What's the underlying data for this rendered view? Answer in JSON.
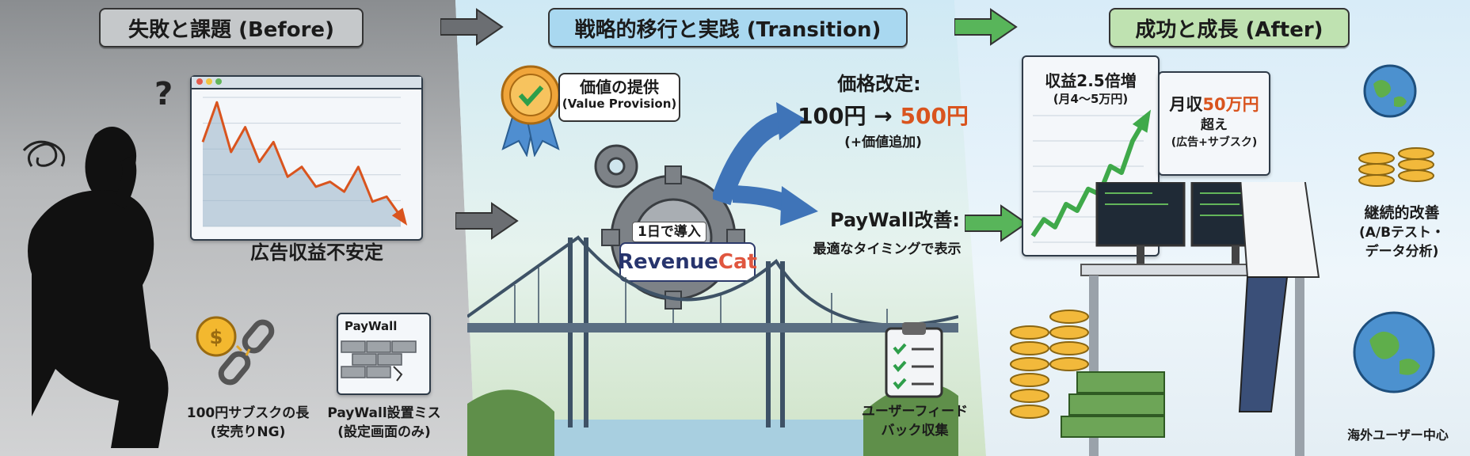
{
  "header": {
    "before": "失敗と課題 (Before)",
    "transition": "戦略的移行と実践 (Transition)",
    "after": "成功と成長 (After)"
  },
  "before": {
    "chart_caption": "広告収益不安定",
    "coin_caption_1": "100円サブスクの長",
    "coin_caption_2": "(安売りNG)",
    "paywall_sign": "PayWall",
    "paywall_caption_1": "PayWall設置ミス",
    "paywall_caption_2": "(設定画面のみ)"
  },
  "transition": {
    "value_title": "価値の提供",
    "value_sub": "(Value Provision)",
    "price_title": "価格改定:",
    "price_from": "100円",
    "price_arrow": "→",
    "price_to": "500円",
    "price_note": "(+価値追加)",
    "intro_label": "1日で導入",
    "revenuecat_a": "Revenue",
    "revenuecat_b": "Cat",
    "paywall_title": "PayWall改善:",
    "paywall_note": "最適なタイミングで表示",
    "feedback_1": "ユーザーフィード",
    "feedback_2": "バック収集"
  },
  "after": {
    "revenue_title": "収益2.5倍増",
    "revenue_sub": "(月4〜5万円)",
    "monthly_a": "月収",
    "monthly_b": "50万円",
    "monthly_c": "超え",
    "monthly_d": "(広告+サブスク)",
    "improve_1": "継続的改善",
    "improve_2": "(A/Bテスト・",
    "improve_3": "データ分析)",
    "overseas": "海外ユーザー中心"
  },
  "colors": {
    "accent_orange": "#d9541e",
    "arrow_blue": "#3f74b8",
    "arrow_green": "#58b55a",
    "arrow_gray": "#6b6e72"
  },
  "chart_data": [
    {
      "type": "line",
      "title": "広告収益不安定",
      "x": [
        0,
        1,
        2,
        3,
        4,
        5,
        6,
        7,
        8,
        9,
        10,
        11,
        12,
        13,
        14
      ],
      "series": [
        {
          "values": [
            55,
            95,
            45,
            70,
            35,
            55,
            20,
            30,
            10,
            15,
            5,
            30,
            -5,
            0,
            -20
          ]
        }
      ],
      "ylim": [
        -30,
        100
      ],
      "grid": true
    },
    {
      "type": "line",
      "title": "収益2.5倍増",
      "x": [
        0,
        1,
        2,
        3,
        4,
        5,
        6,
        7,
        8,
        9,
        10
      ],
      "series": [
        {
          "values": [
            5,
            18,
            12,
            30,
            25,
            42,
            38,
            60,
            55,
            80,
            95
          ]
        }
      ],
      "ylim": [
        0,
        100
      ],
      "grid": true
    }
  ]
}
